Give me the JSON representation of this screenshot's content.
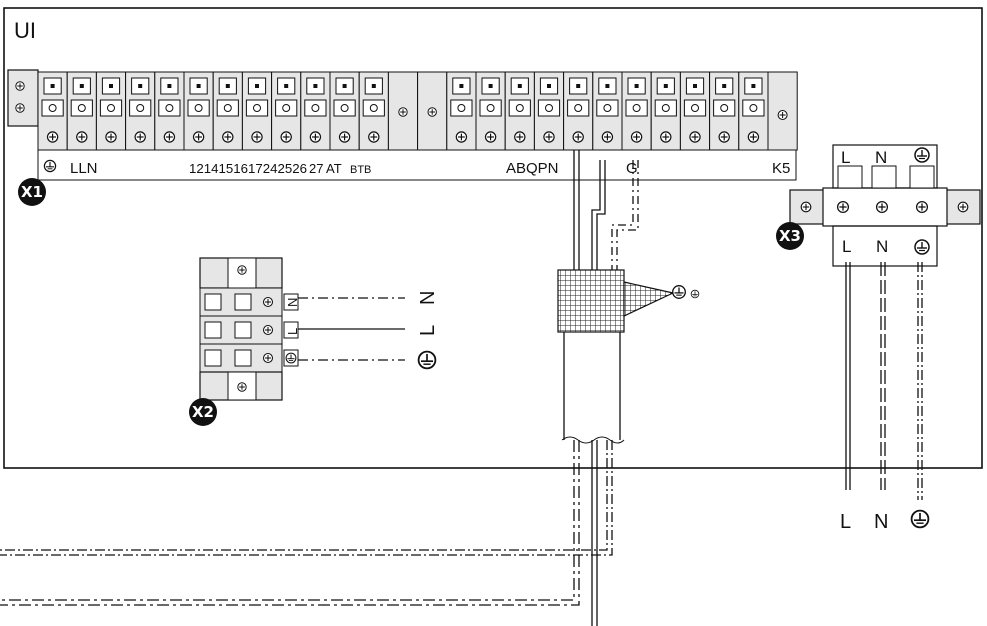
{
  "unit_label": "UI",
  "x1": {
    "badge": "X1",
    "labels": [
      "LLN",
      "1214151617242526",
      "27",
      "AT",
      "BTB",
      "ABQPN",
      "G",
      "K5"
    ]
  },
  "x2": {
    "badge": "X2",
    "terminals": [
      "N",
      "L",
      "PE"
    ],
    "wire_labels": [
      "N",
      "L"
    ]
  },
  "x3": {
    "badge": "X3",
    "terminal_labels": [
      "L",
      "N"
    ],
    "lower_labels": [
      "L",
      "N"
    ],
    "mains_labels": [
      "L",
      "N"
    ]
  },
  "colors": {
    "line": "#111111",
    "terminal_fill": "#e6e6e6",
    "badge": "#111111"
  }
}
